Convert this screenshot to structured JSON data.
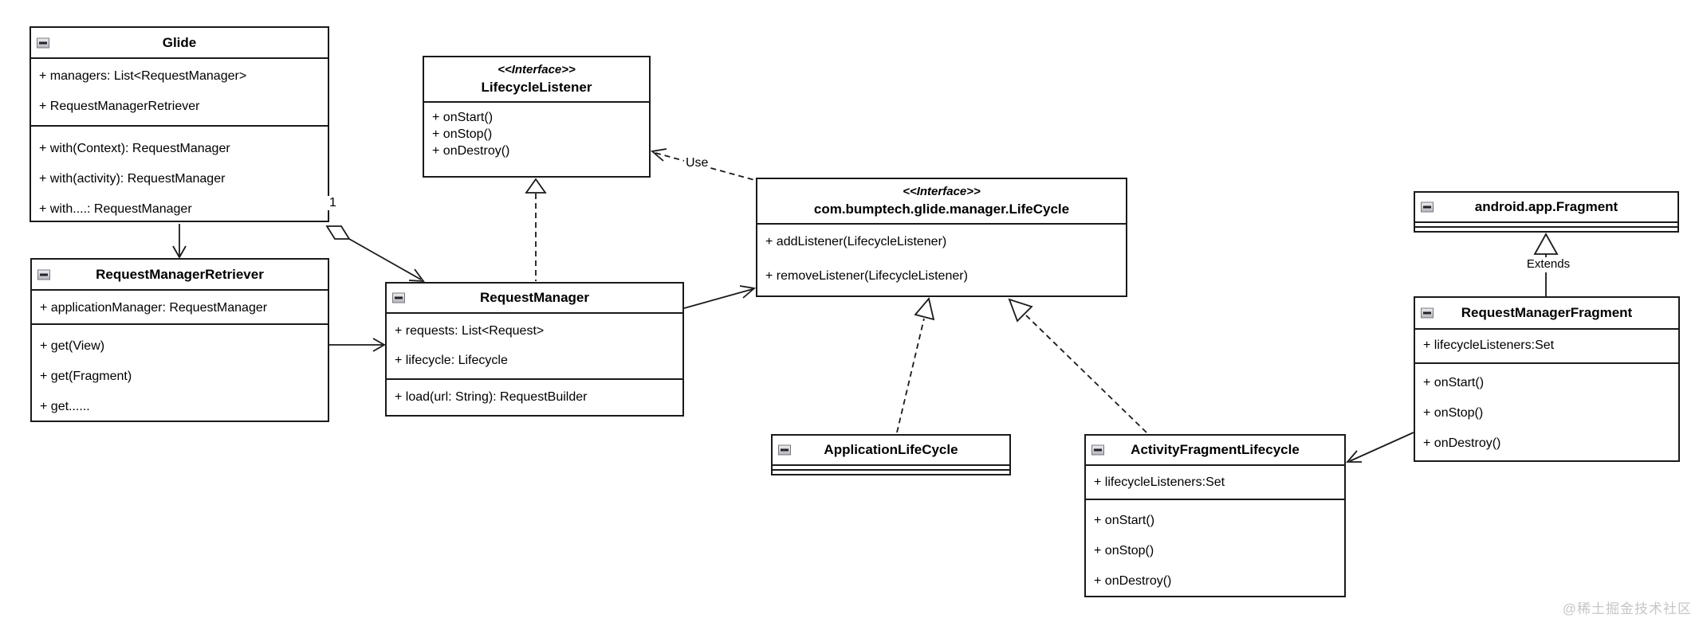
{
  "diagram": {
    "background_color": "#ffffff",
    "line_color": "#1a1a1a",
    "watermark_color": "#c6c6c6"
  },
  "classes": [
    {
      "name": "Glide",
      "attributes": [
        "+ managers: List<RequestManager>",
        "+ RequestManagerRetriever"
      ],
      "methods": [
        "+ with(Context): RequestManager",
        "+ with(activity): RequestManager",
        "+ with....: RequestManager"
      ]
    },
    {
      "name": "RequestManagerRetriever",
      "attributes": [
        "+ applicationManager: RequestManager"
      ],
      "methods": [
        "+ get(View)",
        "+ get(Fragment)",
        "+ get......"
      ]
    },
    {
      "stereotype": "<<Interface>>",
      "name": "LifecycleListener",
      "attributes": [],
      "methods": [
        "+ onStart()",
        "+ onStop()",
        "+ onDestroy()"
      ]
    },
    {
      "name": "RequestManager",
      "attributes": [
        "+ requests: List<Request>",
        "+ lifecycle: Lifecycle"
      ],
      "methods": [
        "+ load(url: String): RequestBuilder"
      ]
    },
    {
      "stereotype": "<<Interface>>",
      "name": "com.bumptech.glide.manager.LifeCycle",
      "attributes": [],
      "methods": [
        "+ addListener(LifecycleListener)",
        "+ removeListener(LifecycleListener)"
      ]
    },
    {
      "name": "android.app.Fragment",
      "attributes": [],
      "methods": []
    },
    {
      "name": "RequestManagerFragment",
      "attributes": [
        "+ lifecycleListeners:Set"
      ],
      "methods": [
        "+ onStart()",
        "+ onStop()",
        "+ onDestroy()"
      ]
    },
    {
      "name": "ApplicationLifeCycle",
      "attributes": [],
      "methods": []
    },
    {
      "name": "ActivityFragmentLifecycle",
      "attributes": [
        "+ lifecycleListeners:Set"
      ],
      "methods": [
        "+ onStart()",
        "+ onStop()",
        "+ onDestroy()"
      ]
    }
  ],
  "labels": {
    "multiplicity_one": "1",
    "use": "Use",
    "extends": "Extends"
  },
  "relationships": [
    {
      "from": "Glide",
      "to": "RequestManagerRetriever",
      "type": "association-arrow"
    },
    {
      "from": "Glide",
      "to": "RequestManager",
      "type": "aggregation",
      "multiplicity": "1"
    },
    {
      "from": "RequestManagerRetriever",
      "to": "RequestManager",
      "type": "association-arrow"
    },
    {
      "from": "RequestManager",
      "to": "LifecycleListener",
      "type": "realization"
    },
    {
      "from": "RequestManager",
      "to": "com.bumptech.glide.manager.LifeCycle",
      "type": "association-arrow"
    },
    {
      "from": "com.bumptech.glide.manager.LifeCycle",
      "to": "LifecycleListener",
      "type": "dependency",
      "label": "Use"
    },
    {
      "from": "ApplicationLifeCycle",
      "to": "com.bumptech.glide.manager.LifeCycle",
      "type": "realization"
    },
    {
      "from": "ActivityFragmentLifecycle",
      "to": "com.bumptech.glide.manager.LifeCycle",
      "type": "realization"
    },
    {
      "from": "RequestManagerFragment",
      "to": "ActivityFragmentLifecycle",
      "type": "association-arrow"
    },
    {
      "from": "RequestManagerFragment",
      "to": "android.app.Fragment",
      "type": "generalization",
      "label": "Extends"
    }
  ],
  "watermark": "@稀土掘金技术社区"
}
